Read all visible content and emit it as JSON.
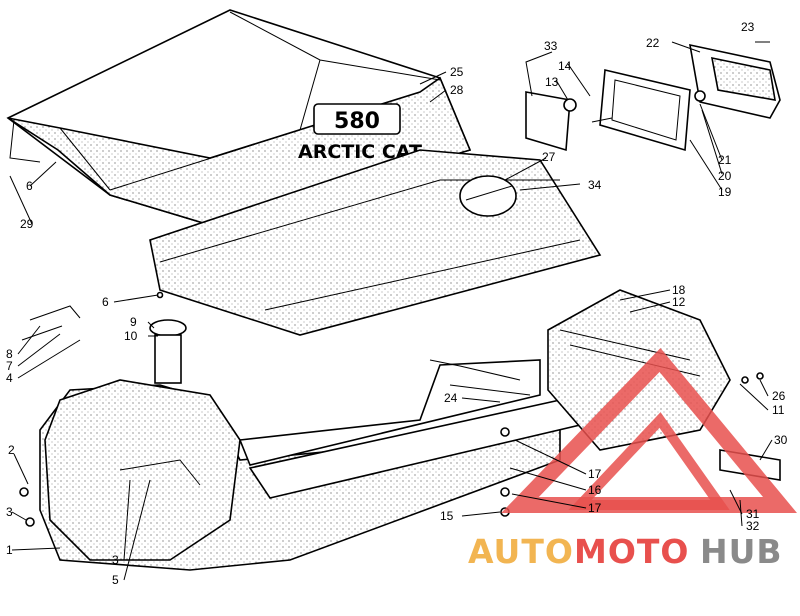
{
  "diagram": {
    "hood_text": {
      "model": "580",
      "brand": "ARCTIC CAT"
    },
    "callouts": [
      {
        "id": "l23",
        "text": "23"
      },
      {
        "id": "l22",
        "text": "22"
      },
      {
        "id": "l33",
        "text": "33"
      },
      {
        "id": "l14",
        "text": "14"
      },
      {
        "id": "l13",
        "text": "13"
      },
      {
        "id": "l25",
        "text": "25"
      },
      {
        "id": "l28",
        "text": "28"
      },
      {
        "id": "l21",
        "text": "21"
      },
      {
        "id": "l20",
        "text": "20"
      },
      {
        "id": "l19",
        "text": "19"
      },
      {
        "id": "l27",
        "text": "27"
      },
      {
        "id": "l34",
        "text": "34"
      },
      {
        "id": "l6a",
        "text": "6"
      },
      {
        "id": "l29",
        "text": "29"
      },
      {
        "id": "l6b",
        "text": "6"
      },
      {
        "id": "l9",
        "text": "9"
      },
      {
        "id": "l10",
        "text": "10"
      },
      {
        "id": "l8",
        "text": "8"
      },
      {
        "id": "l7",
        "text": "7"
      },
      {
        "id": "l4",
        "text": "4"
      },
      {
        "id": "l18",
        "text": "18"
      },
      {
        "id": "l12",
        "text": "12"
      },
      {
        "id": "l26",
        "text": "26"
      },
      {
        "id": "l11",
        "text": "11"
      },
      {
        "id": "l24",
        "text": "24"
      },
      {
        "id": "l2",
        "text": "2"
      },
      {
        "id": "l30",
        "text": "30"
      },
      {
        "id": "l17a",
        "text": "17"
      },
      {
        "id": "l16",
        "text": "16"
      },
      {
        "id": "l17b",
        "text": "17"
      },
      {
        "id": "l15",
        "text": "15"
      },
      {
        "id": "l31",
        "text": "31"
      },
      {
        "id": "l32",
        "text": "32"
      },
      {
        "id": "l3a",
        "text": "3"
      },
      {
        "id": "l1",
        "text": "1"
      },
      {
        "id": "l3b",
        "text": "3"
      },
      {
        "id": "l5",
        "text": "5"
      }
    ]
  },
  "watermark": {
    "part1": "AUTO",
    "part2": "MOTO",
    "part3": "HUB"
  },
  "colors": {
    "watermark_red": "#e8504d",
    "watermark_orange": "#f2b552",
    "watermark_gray": "#8a8a8a"
  }
}
